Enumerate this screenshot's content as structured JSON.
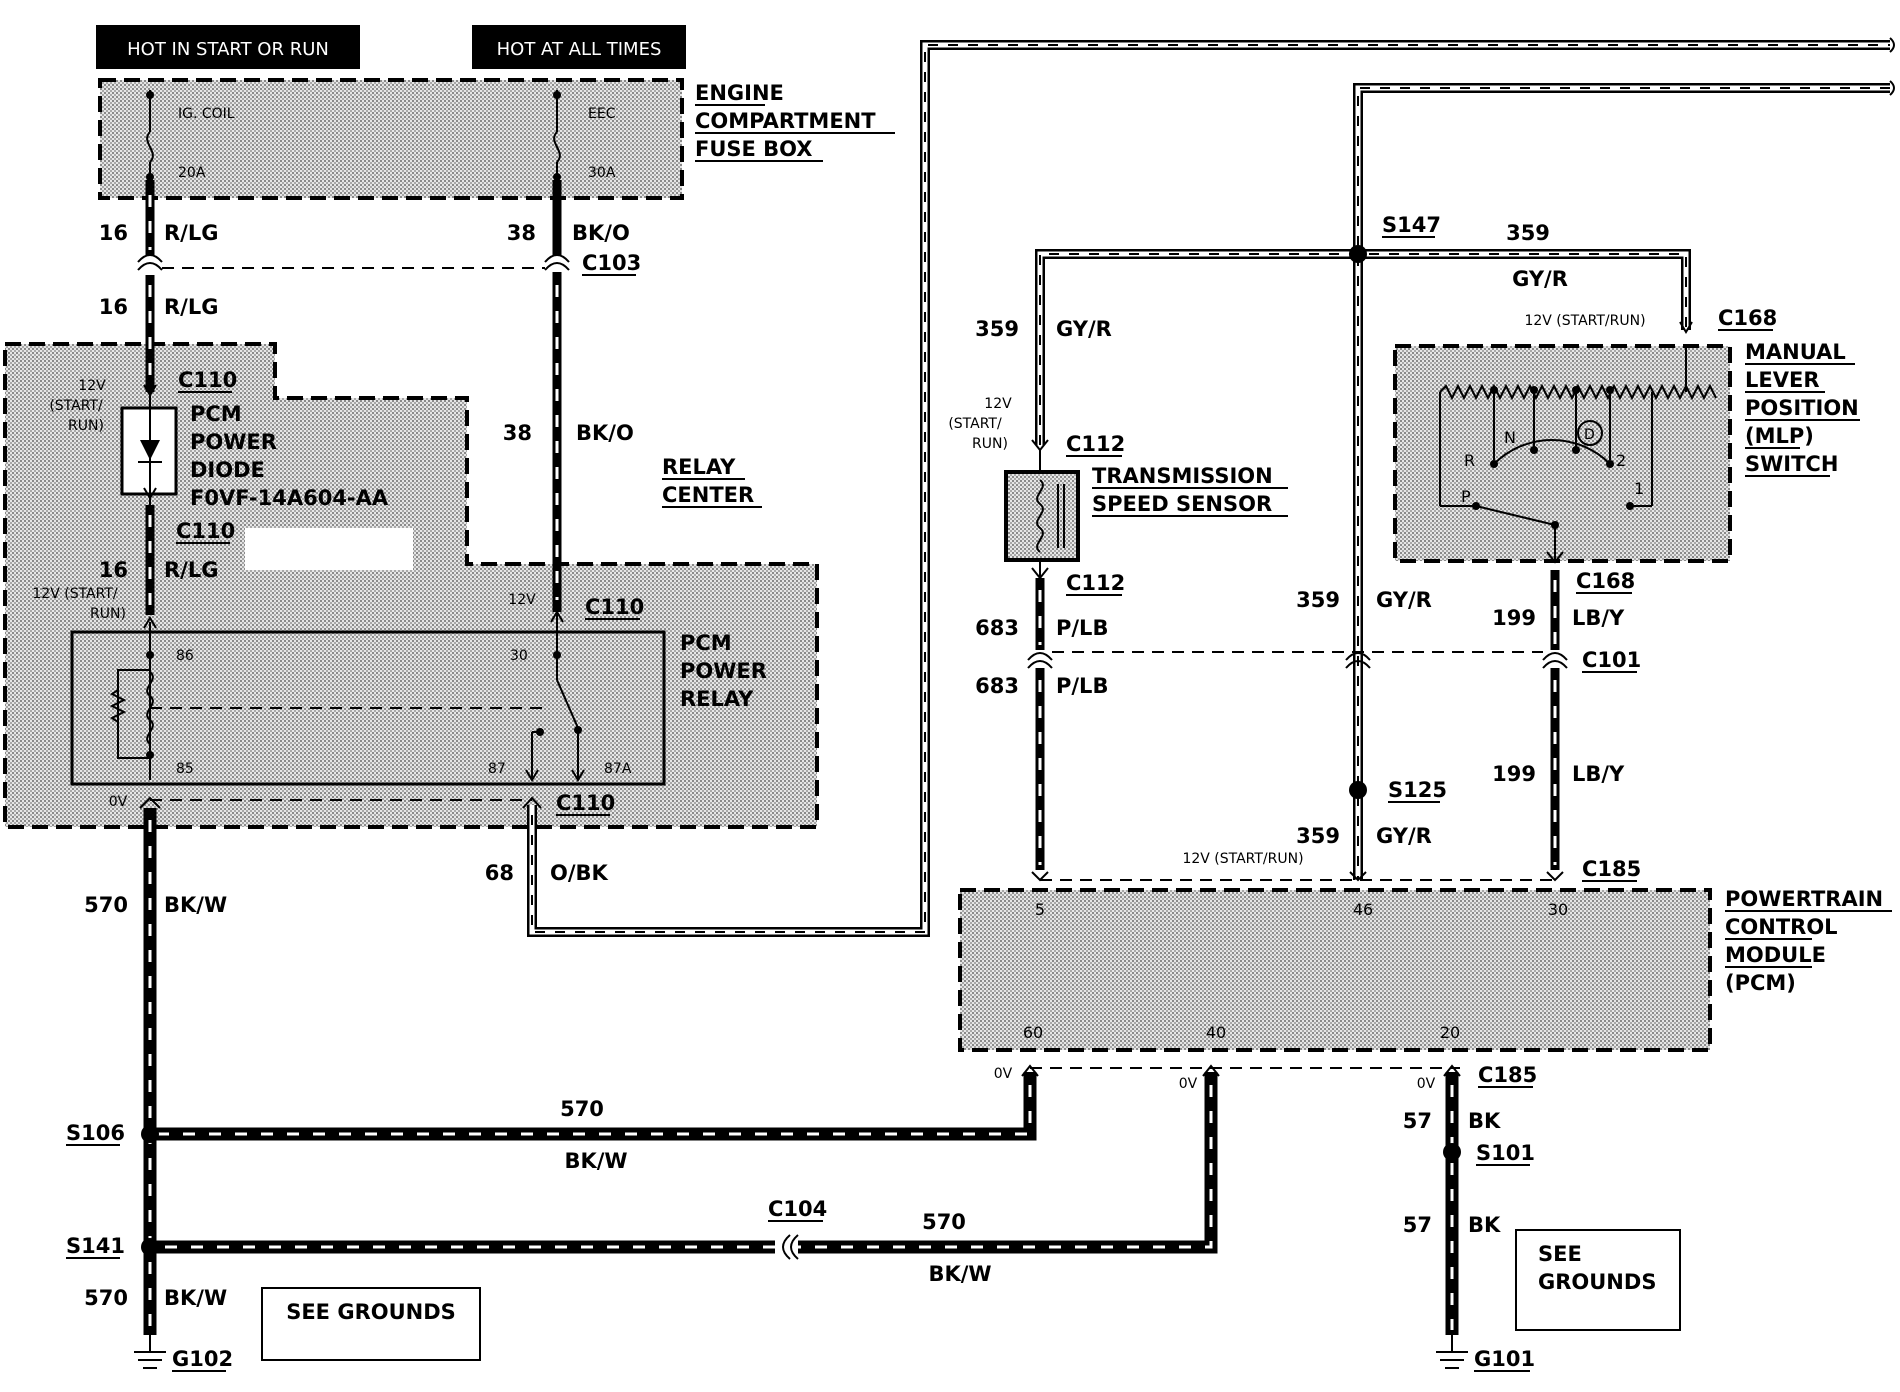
{
  "headers": {
    "hot_start_run": "HOT IN START OR RUN",
    "hot_all_times": "HOT AT ALL TIMES"
  },
  "fuse_box": {
    "title_1": "ENGINE",
    "title_2": "COMPARTMENT",
    "title_3": "FUSE BOX",
    "fuse1_name": "IG. COIL",
    "fuse1_amp": "20A",
    "fuse2_name": "EEC",
    "fuse2_amp": "30A"
  },
  "relay_center": {
    "title_1": "RELAY",
    "title_2": "CENTER",
    "diode_1": "PCM",
    "diode_2": "POWER",
    "diode_3": "DIODE",
    "diode_part": "F0VF-14A604-AA",
    "relay_1": "PCM",
    "relay_2": "POWER",
    "relay_3": "RELAY",
    "pin86": "86",
    "pin85": "85",
    "pin30": "30",
    "pin87": "87",
    "pin87a": "87A"
  },
  "tss": {
    "title_1": "TRANSMISSION",
    "title_2": "SPEED SENSOR"
  },
  "mlp": {
    "title_1": "MANUAL",
    "title_2": "LEVER",
    "title_3": "POSITION",
    "title_4": "(MLP)",
    "title_5": "SWITCH",
    "pos_p": "P",
    "pos_r": "R",
    "pos_n": "N",
    "pos_d": "D",
    "pos_2": "2",
    "pos_1": "1"
  },
  "pcm": {
    "title_1": "POWERTRAIN",
    "title_2": "CONTROL",
    "title_3": "MODULE",
    "title_4": "(PCM)",
    "pin5": "5",
    "pin46": "46",
    "pin30": "30",
    "pin60": "60",
    "pin40": "40",
    "pin20": "20"
  },
  "connectors": {
    "c103": "C103",
    "c110": "C110",
    "c112": "C112",
    "c168": "C168",
    "c101": "C101",
    "c185": "C185",
    "c104": "C104"
  },
  "splices": {
    "s147": "S147",
    "s125": "S125",
    "s106": "S106",
    "s141": "S141",
    "s101": "S101"
  },
  "grounds": {
    "g102": "G102",
    "g101": "G101",
    "see_grounds": "SEE GROUNDS",
    "see_1": "SEE",
    "see_2": "GROUNDS"
  },
  "voltages": {
    "v12": "12V",
    "v12_start_run": "12V (START/RUN)",
    "v12_start": "12V (START/",
    "start_run": "(START/",
    "run": "RUN)",
    "run_paren": "RUN)",
    "v0": "0V"
  },
  "wires": {
    "w16": "16",
    "w38": "38",
    "w359": "359",
    "w683": "683",
    "w199": "199",
    "w570": "570",
    "w68": "68",
    "w57": "57",
    "c_rlg": "R/LG",
    "c_bko": "BK/O",
    "c_gyr": "GY/R",
    "c_plb": "P/LB",
    "c_lby": "LB/Y",
    "c_bkw": "BK/W",
    "c_obk": "O/BK",
    "c_bk": "BK"
  }
}
